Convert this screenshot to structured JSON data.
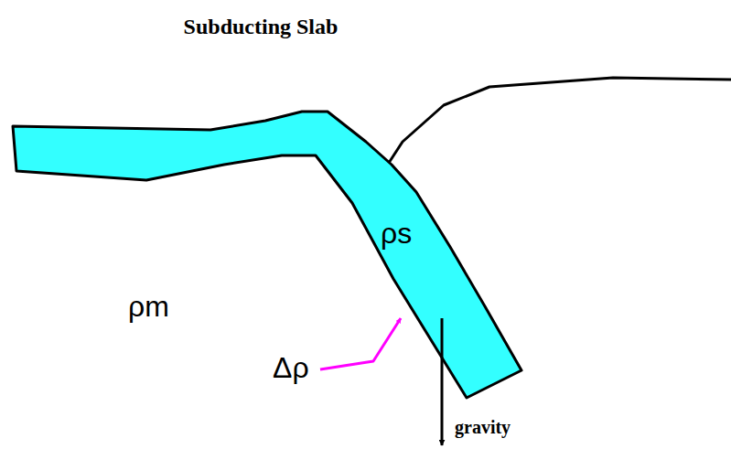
{
  "diagram": {
    "title": "Subducting Slab",
    "nodes": [
      {
        "text": [
          "ρs"
        ]
      }
    ],
    "labels": [
      "ρm",
      "Δρ",
      "gravity"
    ]
  }
}
